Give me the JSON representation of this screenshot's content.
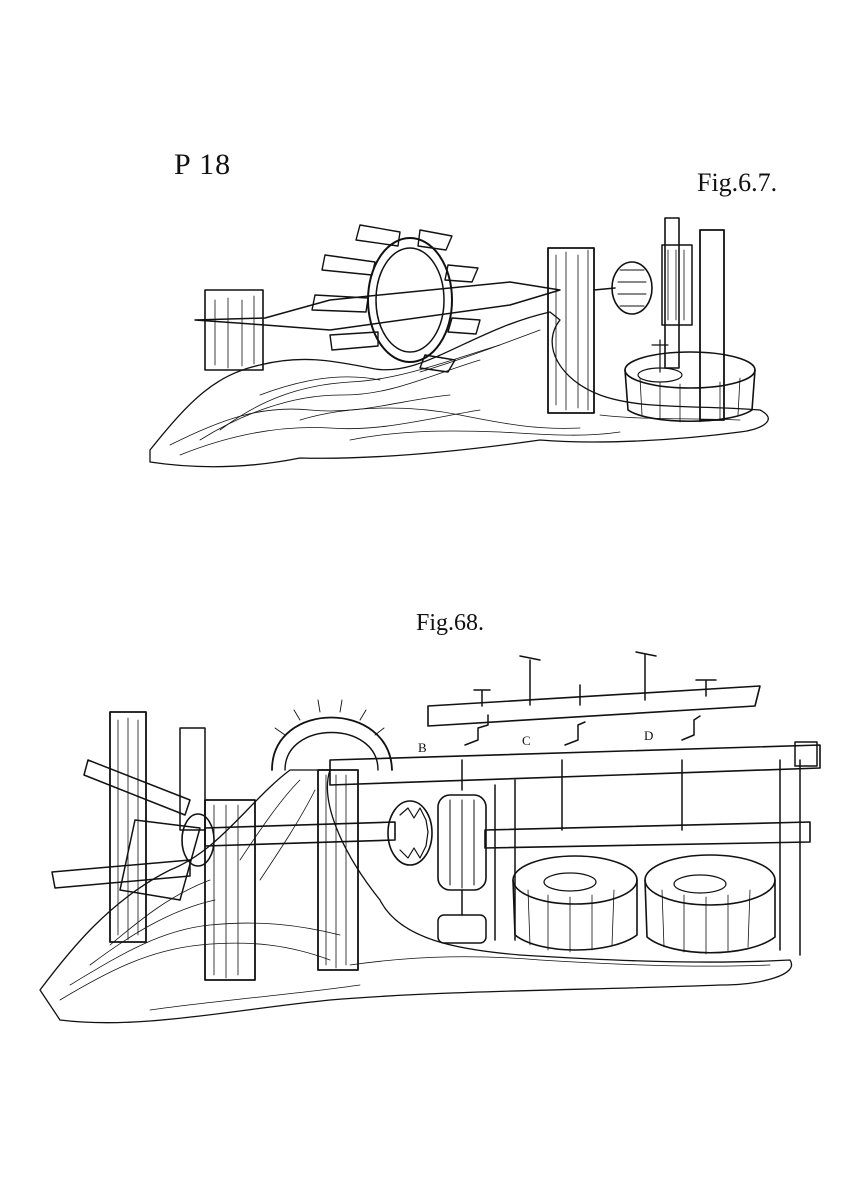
{
  "plate": {
    "page_label": "P  18",
    "figures": [
      {
        "label": "Fig.6.7."
      },
      {
        "label": "Fig.68.",
        "letters": [
          "B",
          "C",
          "D"
        ]
      }
    ]
  }
}
